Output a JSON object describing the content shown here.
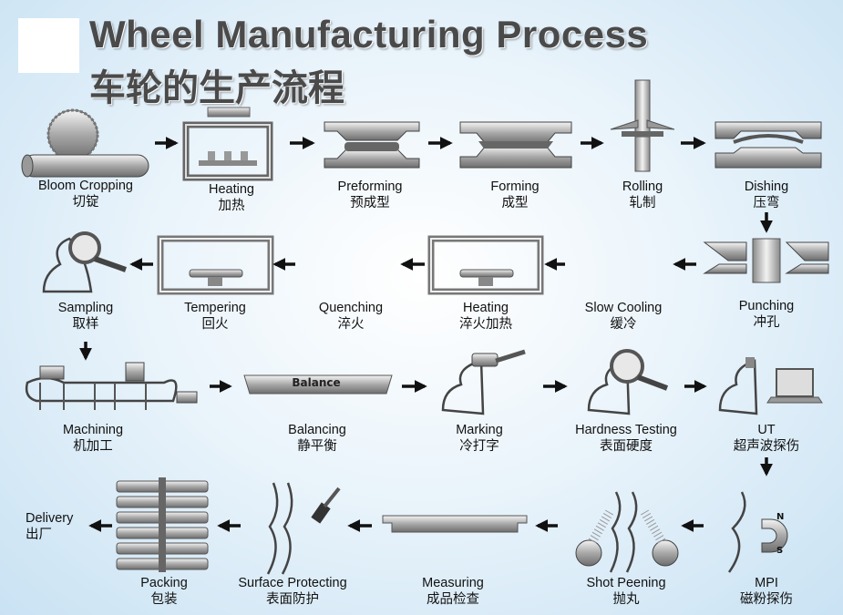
{
  "title": {
    "english": "Wheel Manufacturing Process",
    "chinese": "车轮的生产流程"
  },
  "steps": [
    {
      "en": "Bloom Cropping",
      "cn": "切锭",
      "icon": "saw-cutting-bloom-icon"
    },
    {
      "en": "Heating",
      "cn": "加热",
      "icon": "furnace-icon"
    },
    {
      "en": "Preforming",
      "cn": "预成型",
      "icon": "press-die-icon"
    },
    {
      "en": "Forming",
      "cn": "成型",
      "icon": "forming-die-icon"
    },
    {
      "en": "Rolling",
      "cn": "轧制",
      "icon": "rolling-mill-icon"
    },
    {
      "en": "Dishing",
      "cn": "压弯",
      "icon": "dishing-die-icon"
    },
    {
      "en": "Punching",
      "cn": "冲孔",
      "icon": "punching-die-icon"
    },
    {
      "en": "Slow Cooling",
      "cn": "缓冷",
      "icon": "cooling-icon"
    },
    {
      "en": "Heating",
      "cn": "淬火加热",
      "icon": "quench-furnace-icon"
    },
    {
      "en": "Quenching",
      "cn": "淬火",
      "icon": "quenching-icon"
    },
    {
      "en": "Tempering",
      "cn": "回火",
      "icon": "tempering-furnace-icon"
    },
    {
      "en": "Sampling",
      "cn": "取样",
      "icon": "magnifier-sample-icon"
    },
    {
      "en": "Machining",
      "cn": "机加工",
      "icon": "machining-icon"
    },
    {
      "en": "Balancing",
      "cn": "静平衡",
      "icon": "balance-plate-icon",
      "plate_text": "Balance"
    },
    {
      "en": "Marking",
      "cn": "冷打字",
      "icon": "hammer-marking-icon"
    },
    {
      "en": "Hardness Testing",
      "cn": "表面硬度",
      "icon": "hardness-test-icon"
    },
    {
      "en": "UT",
      "cn": "超声波探伤",
      "icon": "ultrasonic-laptop-icon"
    },
    {
      "en": "MPI",
      "cn": "磁粉探伤",
      "icon": "magnet-icon",
      "magnet_north": "N",
      "magnet_south": "S"
    },
    {
      "en": "Shot Peening",
      "cn": "抛丸",
      "icon": "shot-peening-icon"
    },
    {
      "en": "Measuring",
      "cn": "成品检查",
      "icon": "measuring-icon"
    },
    {
      "en": "Surface Protecting",
      "cn": "表面防护",
      "icon": "paint-brush-icon"
    },
    {
      "en": "Packing",
      "cn": "包装",
      "icon": "wheel-stack-icon"
    },
    {
      "en": "Delivery",
      "cn": "出厂",
      "icon": "delivery-icon"
    }
  ]
}
